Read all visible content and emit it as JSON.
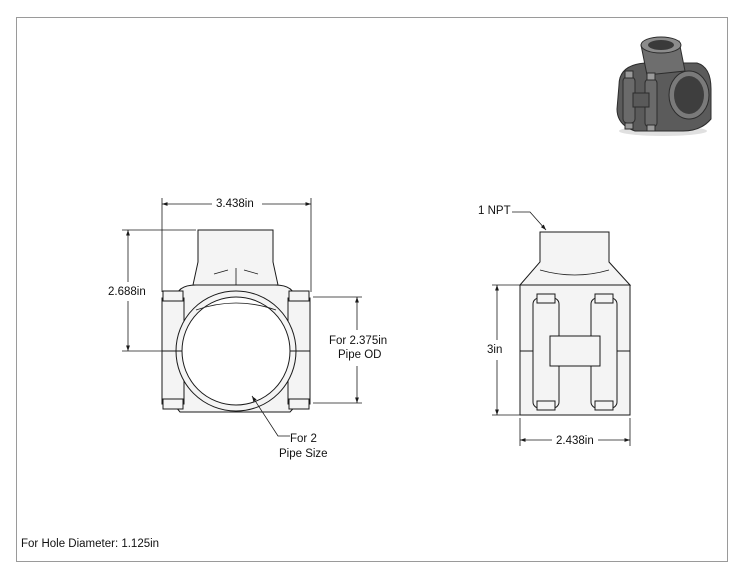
{
  "dimensions": {
    "overall_width": "3.438in",
    "overall_height": "2.688in",
    "pipe_od_line1": "For 2.375in",
    "pipe_od_line2": "Pipe OD",
    "pipe_size_line1": "For 2",
    "pipe_size_line2": "Pipe Size",
    "thread": "1 NPT",
    "side_height": "3in",
    "side_width": "2.438in"
  },
  "footer_note": "For Hole Diameter: 1.125in",
  "colors": {
    "line": "#1a1a1a",
    "fill": "#f4f4f4",
    "border": "#9a9a9a"
  }
}
